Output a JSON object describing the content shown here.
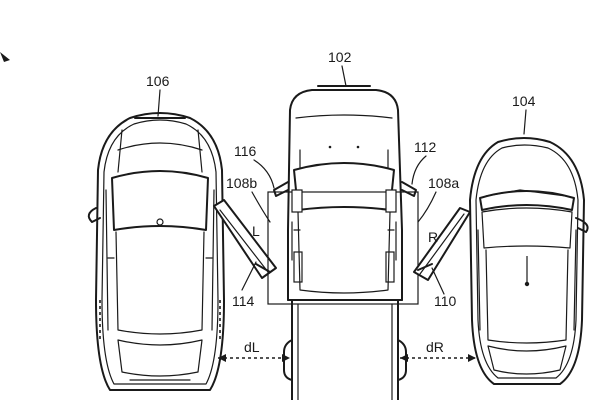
{
  "labels": {
    "vehicle_center": "102",
    "vehicle_right": "104",
    "vehicle_left": "106",
    "door_left": "108b",
    "door_right": "108a",
    "zone_right": "110",
    "mirror_right": "112",
    "zone_left": "114",
    "mirror_left": "116",
    "side_left": "L",
    "side_right": "R",
    "dist_left": "dL",
    "dist_right": "dR"
  }
}
